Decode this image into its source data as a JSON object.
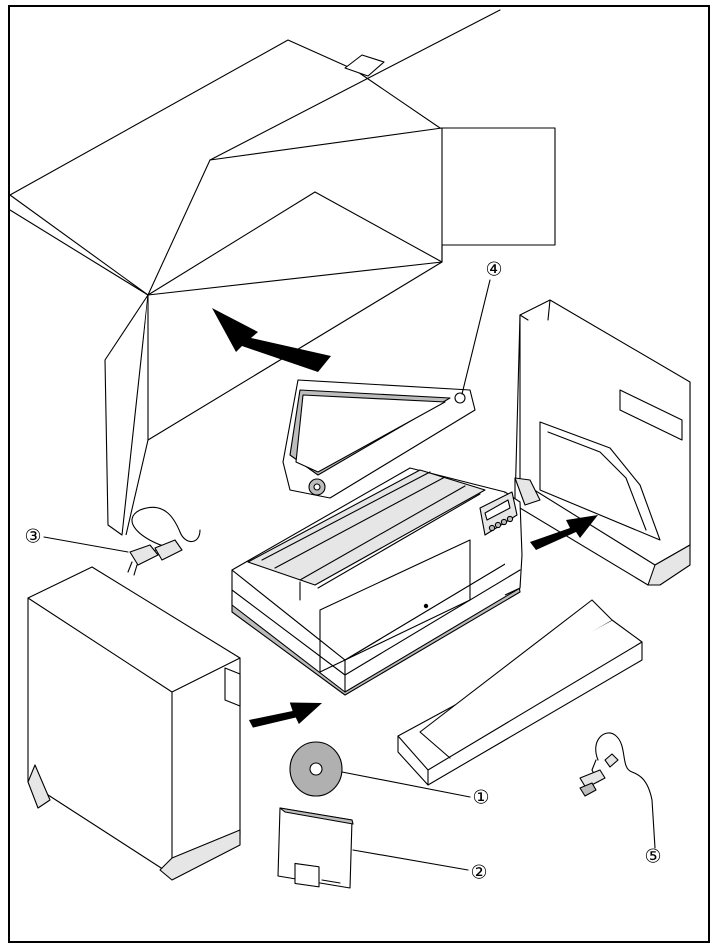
{
  "callouts": [
    {
      "id": "cd",
      "label": "①"
    },
    {
      "id": "manual",
      "label": "②"
    },
    {
      "id": "power-cable",
      "label": "③"
    },
    {
      "id": "ribbon-cassette",
      "label": "④"
    },
    {
      "id": "interface-cable",
      "label": "⑤"
    }
  ],
  "colors": {
    "line": "#000000",
    "background": "#ffffff",
    "fill_light": "#e6e6e6",
    "fill_mid": "#bdbdbd"
  }
}
